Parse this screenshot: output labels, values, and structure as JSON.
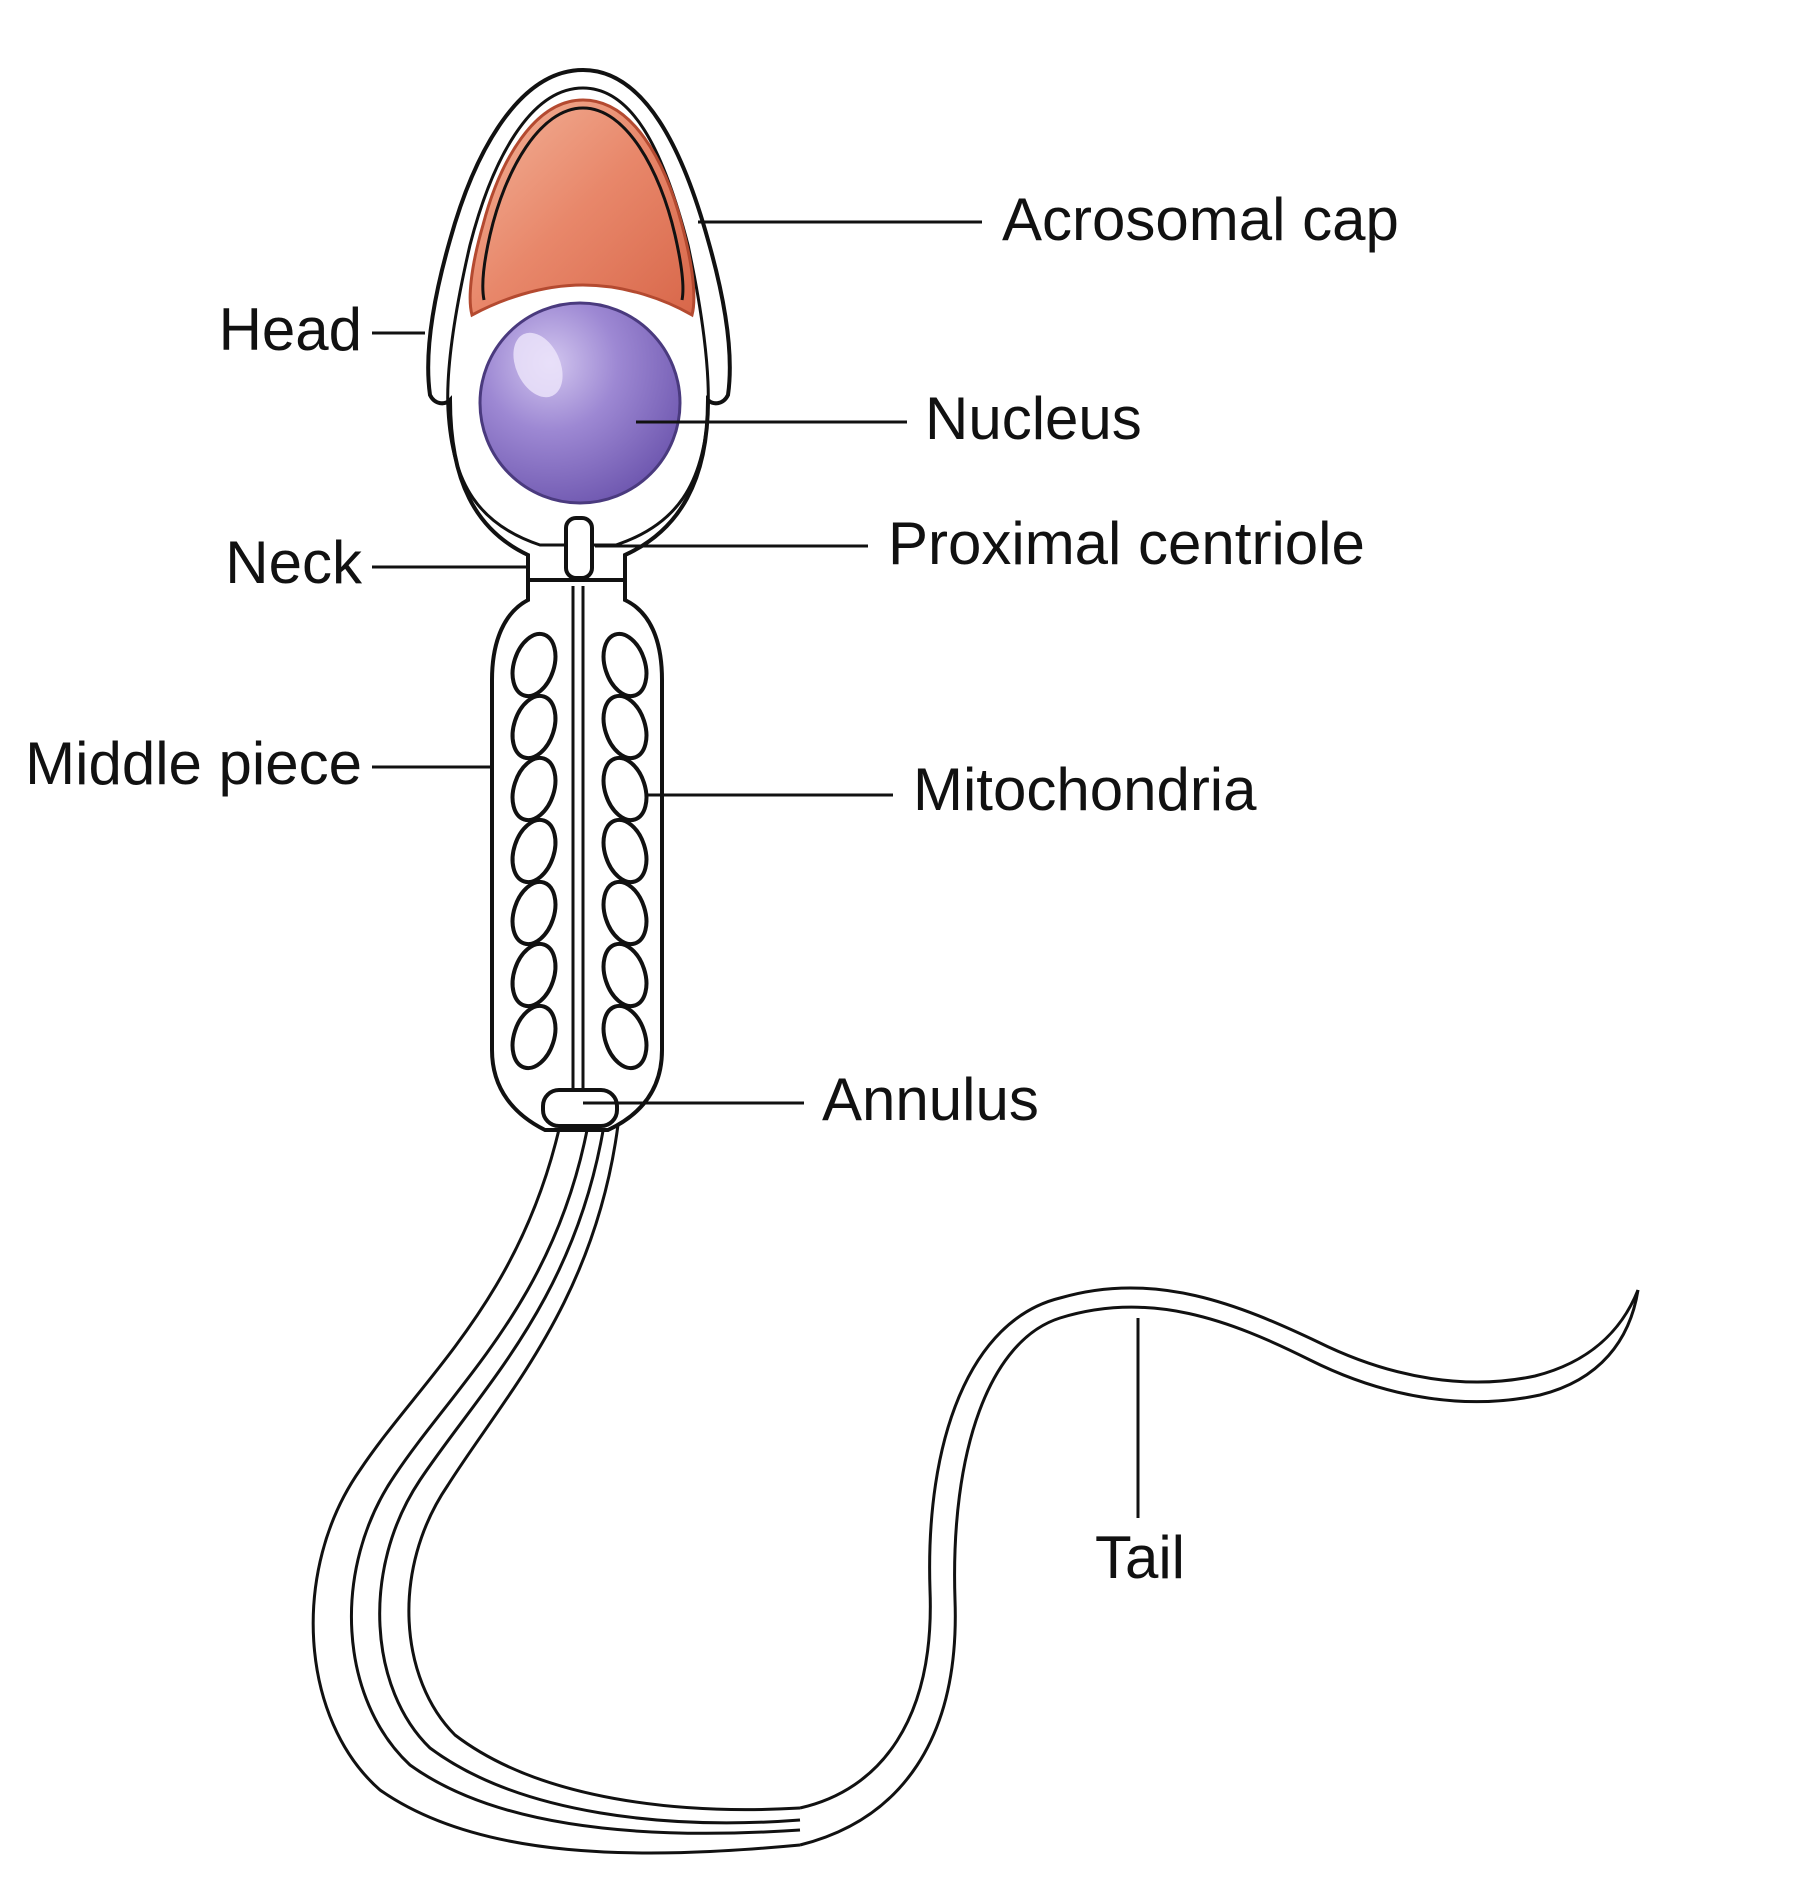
{
  "labels": {
    "acrosomal_cap": "Acrosomal cap",
    "head": "Head",
    "nucleus": "Nucleus",
    "neck": "Neck",
    "proximal_centriole": "Proximal centriole",
    "middle_piece": "Middle piece",
    "mitochondria": "Mitochondria",
    "annulus": "Annulus",
    "tail": "Tail"
  },
  "colors": {
    "acrosome": "#e0795a",
    "nucleus": "#8b74c4",
    "outline": "#111111",
    "background": "#ffffff"
  }
}
